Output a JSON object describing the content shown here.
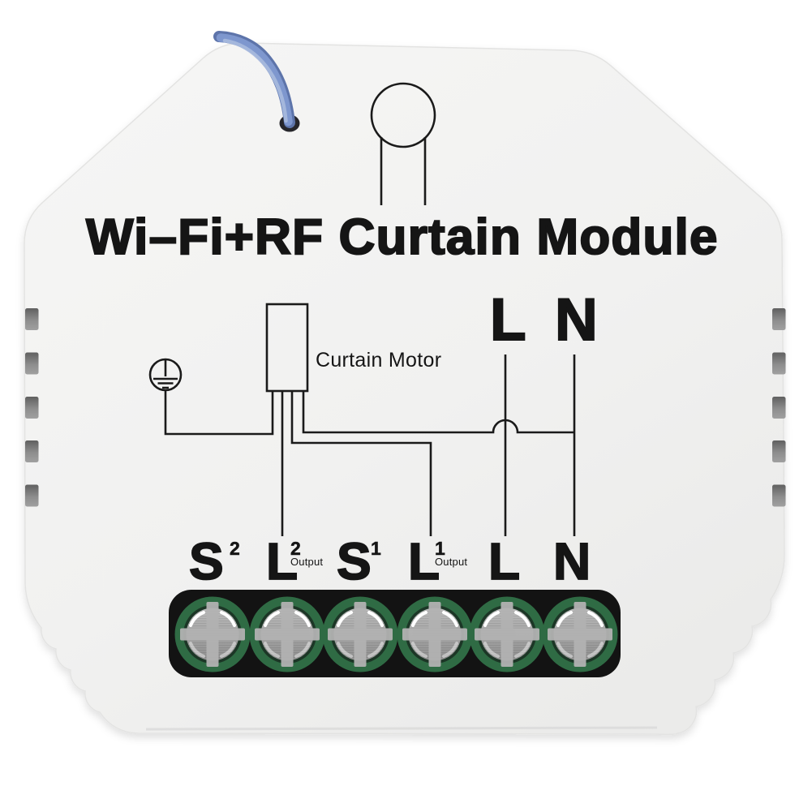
{
  "product": {
    "title": "Wi–Fi+RF Curtain Module"
  },
  "wiring_diagram": {
    "motor_label": "Curtain Motor",
    "mains": {
      "live": "L",
      "neutral": "N"
    },
    "icons": {
      "ground": "protective-earth-ground-icon",
      "antenna": "rf-antenna-wire",
      "cord_hole": "keyhole-cutout-icon"
    }
  },
  "terminals": {
    "count": 6,
    "labels": [
      {
        "letter": "S",
        "sup": "2",
        "note": ""
      },
      {
        "letter": "L",
        "sup": "2",
        "note": "Output"
      },
      {
        "letter": "S",
        "sup": "1",
        "note": ""
      },
      {
        "letter": "L",
        "sup": "1",
        "note": "Output"
      },
      {
        "letter": "L",
        "sup": "",
        "note": ""
      },
      {
        "letter": "N",
        "sup": "",
        "note": ""
      }
    ]
  },
  "colors": {
    "body": "#f3f3f2",
    "ink": "#1a1a1a",
    "wire_blue": "#7e97ce",
    "terminal_green": "#2f6b44",
    "screw_silver": "#a4a4a4",
    "block_black": "#131313",
    "vent_gray": "#7e7e7e"
  }
}
